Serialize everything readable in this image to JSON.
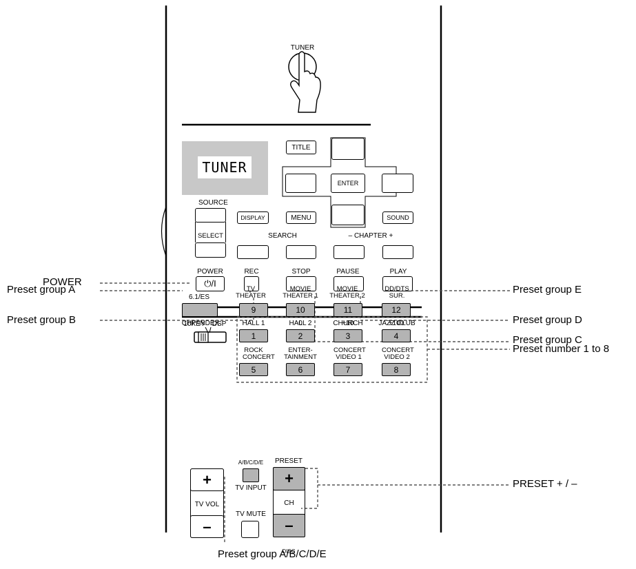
{
  "tuner": {
    "label": "TUNER"
  },
  "display": {
    "text": "TUNER"
  },
  "nav": {
    "title": "TITLE",
    "enter": "ENTER",
    "menu": "MENU",
    "display": "DISPLAY",
    "sound": "SOUND"
  },
  "source": {
    "label": "SOURCE",
    "select": "SELECT"
  },
  "search": {
    "label": "SEARCH"
  },
  "chapter": {
    "label": "–  CHAPTER  +"
  },
  "transport": {
    "power": "POWER",
    "rec": "REC",
    "stop": "STOP",
    "pause": "PAUSE",
    "play": "PLAY"
  },
  "switch": {
    "left": "10KEY",
    "right": "DSP"
  },
  "presets": [
    {
      "name": "HALL 1",
      "num": "1"
    },
    {
      "name": "HALL 2",
      "num": "2"
    },
    {
      "name": "CHURCH",
      "num": "3"
    },
    {
      "name": "JAZZ CLUB",
      "num": "4"
    },
    {
      "name": "ROCK CONCERT",
      "num": "5"
    },
    {
      "name": "ENTER- TAINMENT",
      "num": "6"
    },
    {
      "name": "CONCERT VIDEO 1",
      "num": "7"
    },
    {
      "name": "CONCERT VIDEO 2",
      "num": "8"
    }
  ],
  "row3": {
    "es": "6.1/ES",
    "tv_theater": "TV THEATER",
    "movie1": "MOVIE THEATER 1",
    "movie2": "MOVIE THEATER 2",
    "dts": "DD/DTS SUR.",
    "n9": "9",
    "n10": "10",
    "n11": "11",
    "n12": "12",
    "chp": "CHP/INDEX",
    "zero": "0",
    "p10": "+10",
    "p100": "+100"
  },
  "lower": {
    "abcde": "A/B/C/D/E",
    "preset": "PRESET",
    "tv_input": "TV INPUT",
    "tv_vol": "TV VOL",
    "tv_mute": "TV MUTE",
    "ch": "CH",
    "disc": "DISC",
    "plus": "+",
    "minus": "–"
  },
  "callouts": {
    "power": "POWER",
    "preset_number": "Preset number 1 to 8",
    "group_a": "Preset group A",
    "group_b": "Preset group B",
    "group_c": "Preset group C",
    "group_d": "Preset group D",
    "group_e": "Preset group E",
    "preset_pm": "PRESET + / –",
    "group_abcde": "Preset group A/B/C/D/E"
  }
}
